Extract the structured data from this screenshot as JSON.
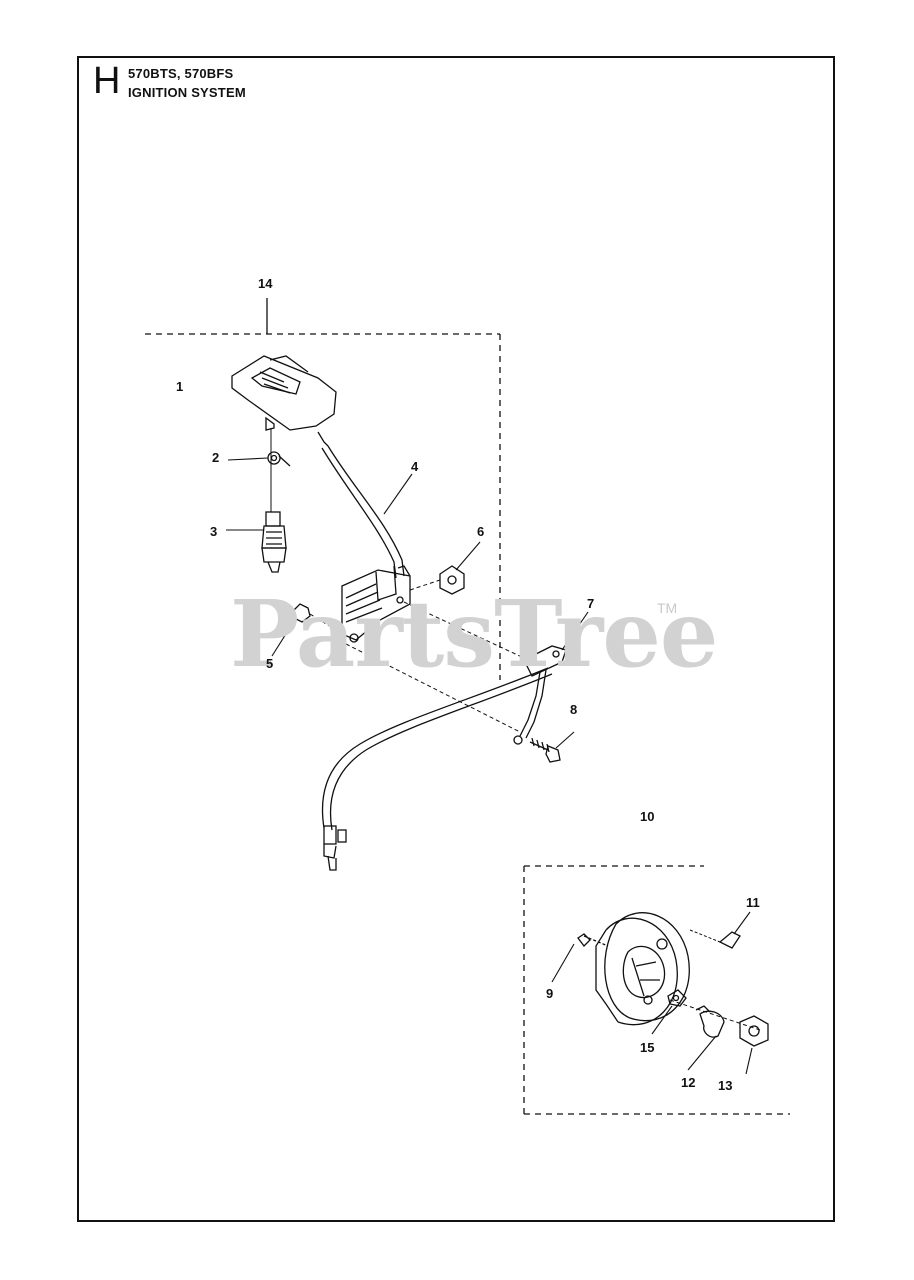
{
  "header": {
    "section_letter": "H",
    "models": "570BTS, 570BFS",
    "title": "IGNITION SYSTEM"
  },
  "watermark": {
    "text": "PartsTree",
    "trademark": "TM"
  },
  "callouts": [
    "1",
    "2",
    "3",
    "4",
    "5",
    "6",
    "7",
    "8",
    "9",
    "10",
    "11",
    "12",
    "13",
    "14",
    "15"
  ],
  "colors": {
    "line": "#111111",
    "watermark": "#d2d2d2"
  }
}
